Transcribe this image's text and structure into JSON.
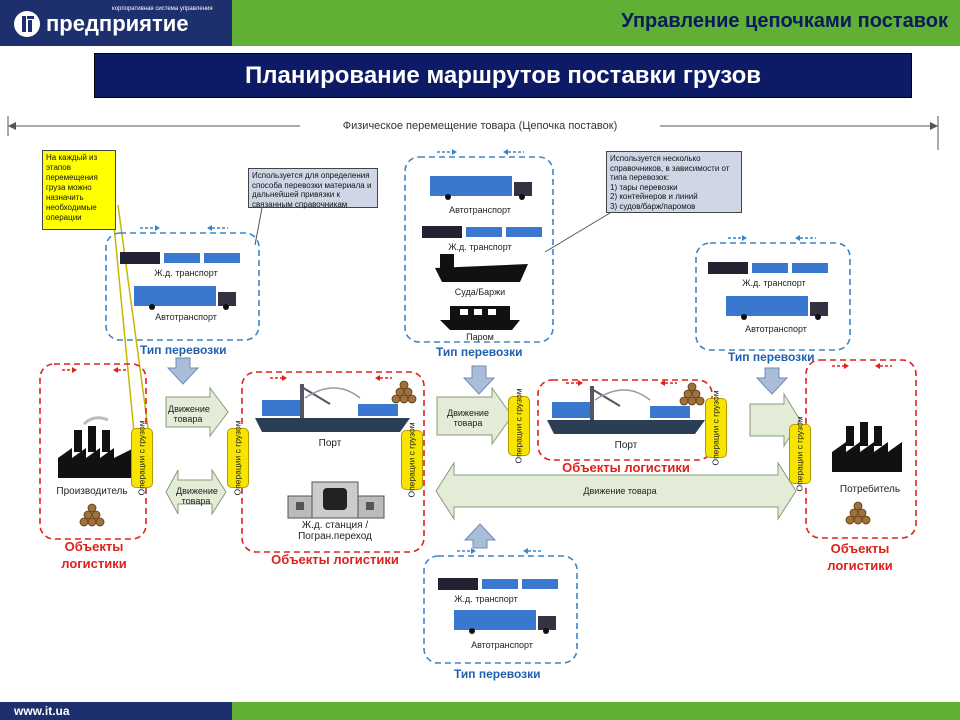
{
  "header": {
    "logo_text": "предприятие",
    "logo_sub": "корпоративная система управления",
    "title": "Управление цепочками поставок"
  },
  "banner": {
    "title": "Планирование маршрутов поставки грузов"
  },
  "span_label": "Физическое перемещение товара (Цепочка поставок)",
  "yellow_note": "На каждый из этапов перемещения груза можно назначить необходимые операции",
  "note_left": "Используется для определения способа перевозки материала и дальнейшей привязки к связанным справочникам",
  "note_right": {
    "intro": "Используется несколько справочников, в зависимости от типа перевозок:",
    "items": [
      "1) тары перевозки",
      "2) контейнеров и линий",
      "3) судов/барж/паромов"
    ]
  },
  "transport_left": {
    "rail": "Ж.д. транспорт",
    "truck": "Автотранспорт",
    "title": "Тип перевозки"
  },
  "transport_center": {
    "truck": "Автотранспорт",
    "rail": "Ж.д. транспорт",
    "ship": "Суда/Баржи",
    "ferry": "Паром",
    "title": "Тип перевозки"
  },
  "transport_right": {
    "rail": "Ж.д. транспорт",
    "truck": "Автотранспорт",
    "title": "Тип перевозки"
  },
  "transport_bottom": {
    "rail": "Ж.д. транспорт",
    "truck": "Автотранспорт",
    "title": "Тип перевозки"
  },
  "producer": {
    "label": "Производитель",
    "title": "Объекты логистики"
  },
  "consumer": {
    "label": "Потребитель",
    "title": "Объекты логистики"
  },
  "logistics_mid": {
    "port": "Порт",
    "station": "Ж.д. станция / Погран.переход",
    "title": "Объекты логистики"
  },
  "logistics_right": {
    "port": "Порт",
    "title": "Объекты логистики"
  },
  "ops_label": "Операции с грузом",
  "flow": {
    "move": "Движение товара",
    "move2": "Движение товара",
    "move3": "Движение товара",
    "move_long": "Движение товара"
  },
  "footer": {
    "url": "www.it.ua"
  }
}
